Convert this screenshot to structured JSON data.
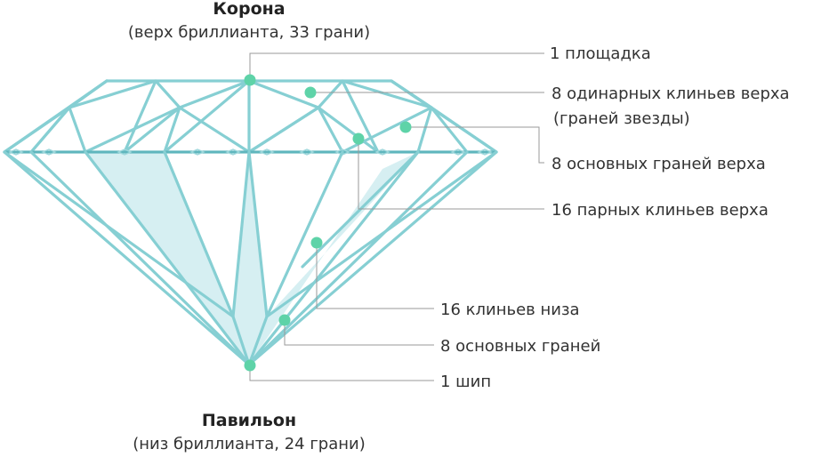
{
  "crown": {
    "title": "Корона",
    "subtitle": "(верх бриллианта, 33 грани)"
  },
  "pavilion": {
    "title": "Павильон",
    "subtitle": "(низ бриллианта, 24 грани)"
  },
  "labels": {
    "table": "1 площадка",
    "star_line1": "8 одинарных клиньев верха",
    "star_line2": "(граней звезды)",
    "crown_main": "8 основных граней верха",
    "upper_halves": "16 парных клиньев верха",
    "lower_halves": "16 клиньев низа",
    "pavilion_main": "8 основных граней",
    "culet": "1 шип"
  },
  "colors": {
    "edge": "#86cfd3",
    "facet_fill": "#d6eff2",
    "marker": "#5ed3a8",
    "leader": "#9a9a9a"
  }
}
